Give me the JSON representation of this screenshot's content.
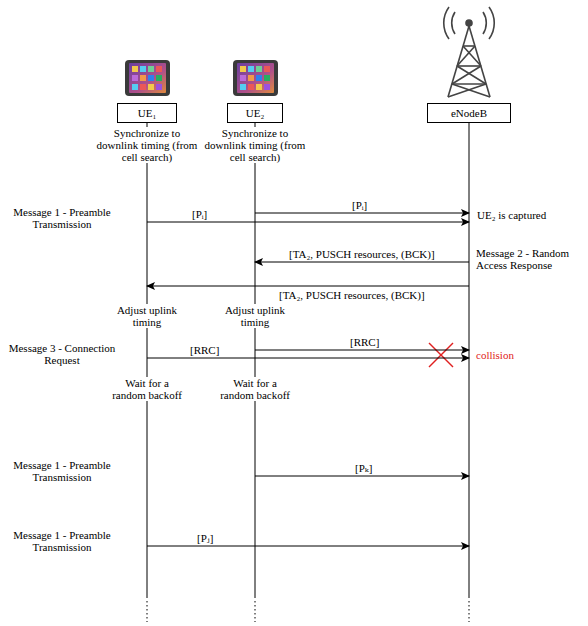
{
  "diagram": {
    "nodes": [
      {
        "text": [
          "UE₁"
        ]
      },
      {
        "text": [
          "UE₂"
        ]
      },
      {
        "text": [
          "eNodeB"
        ]
      }
    ],
    "edges": [
      {
        "from": 0,
        "to": 2,
        "arrow": "to",
        "label": "[Pᵢ]"
      },
      {
        "from": 1,
        "to": 2,
        "arrow": "to",
        "label": "[Pᵢ]"
      },
      {
        "from": 2,
        "to": 1,
        "arrow": "to",
        "label": "[TA₂, PUSCH resources, (BCK)]"
      },
      {
        "from": 2,
        "to": 0,
        "arrow": "to",
        "label": "[TA₂, PUSCH resources, (BCK)]"
      },
      {
        "from": 0,
        "to": 2,
        "arrow": "to",
        "label": "[RRC]"
      },
      {
        "from": 1,
        "to": 2,
        "arrow": "to",
        "label": "[RRC]"
      },
      {
        "from": 1,
        "to": 2,
        "arrow": "to",
        "label": "[Pₖ]"
      },
      {
        "from": 0,
        "to": 2,
        "arrow": "to",
        "label": "[Pⱼ]"
      }
    ],
    "labels": [
      "Synchronize to downlink timing (from cell search)",
      "Synchronize to downlink timing (from cell search)",
      "Message 1 - Preamble Transmission",
      "UE₂ is captured",
      "Message 2 - Random Access Response",
      "Adjust uplink timing",
      "Adjust uplink timing",
      "Message 3 - Connection Request",
      "collision",
      "Wait for a random backoff",
      "Wait for a random backoff",
      "Message 1 - Preamble Transmission",
      "Message 1 - Preamble Transmission"
    ]
  }
}
